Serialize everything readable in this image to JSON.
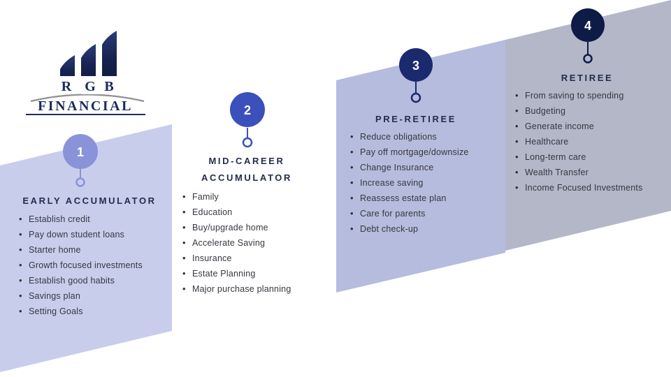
{
  "logo": {
    "letters": [
      "R",
      "G",
      "B"
    ],
    "name": "FINANCIAL"
  },
  "stages": [
    {
      "number": "1",
      "title": "EARLY ACCUMULATOR",
      "items": [
        "Establish credit",
        "Pay down student loans",
        "Starter home",
        "Growth focused investments",
        "Establish good habits",
        "Savings plan",
        "Setting Goals"
      ]
    },
    {
      "number": "2",
      "title": "MID-CAREER ACCUMULATOR",
      "items": [
        "Family",
        "Education",
        "Buy/upgrade home",
        "Accelerate Saving",
        "Insurance",
        "Estate Planning",
        "Major purchase planning"
      ]
    },
    {
      "number": "3",
      "title": "PRE-RETIREE",
      "items": [
        "Reduce obligations",
        "Pay off mortgage/downsize",
        "Change Insurance",
        "Increase saving",
        "Reassess estate plan",
        "Care for parents",
        "Debt check-up"
      ]
    },
    {
      "number": "4",
      "title": "RETIREE",
      "items": [
        "From saving to spending",
        "Budgeting",
        "Generate income",
        "Healthcare",
        "Long-term care",
        "Wealth Transfer",
        "Income Focused Investments"
      ]
    }
  ],
  "colors": {
    "panel1": "#c8cdec",
    "panel3": "#b6bcdd",
    "panel4": "#b3b7c8",
    "circle1": "#8a93d8",
    "circle2": "#3c50bb",
    "circle3": "#1b296e",
    "circle4": "#0e1b47",
    "heading": "#242c4c",
    "body_text": "#35383f",
    "logo_navy": "#1d2a5c",
    "logo_swoosh": "#8f9094"
  }
}
